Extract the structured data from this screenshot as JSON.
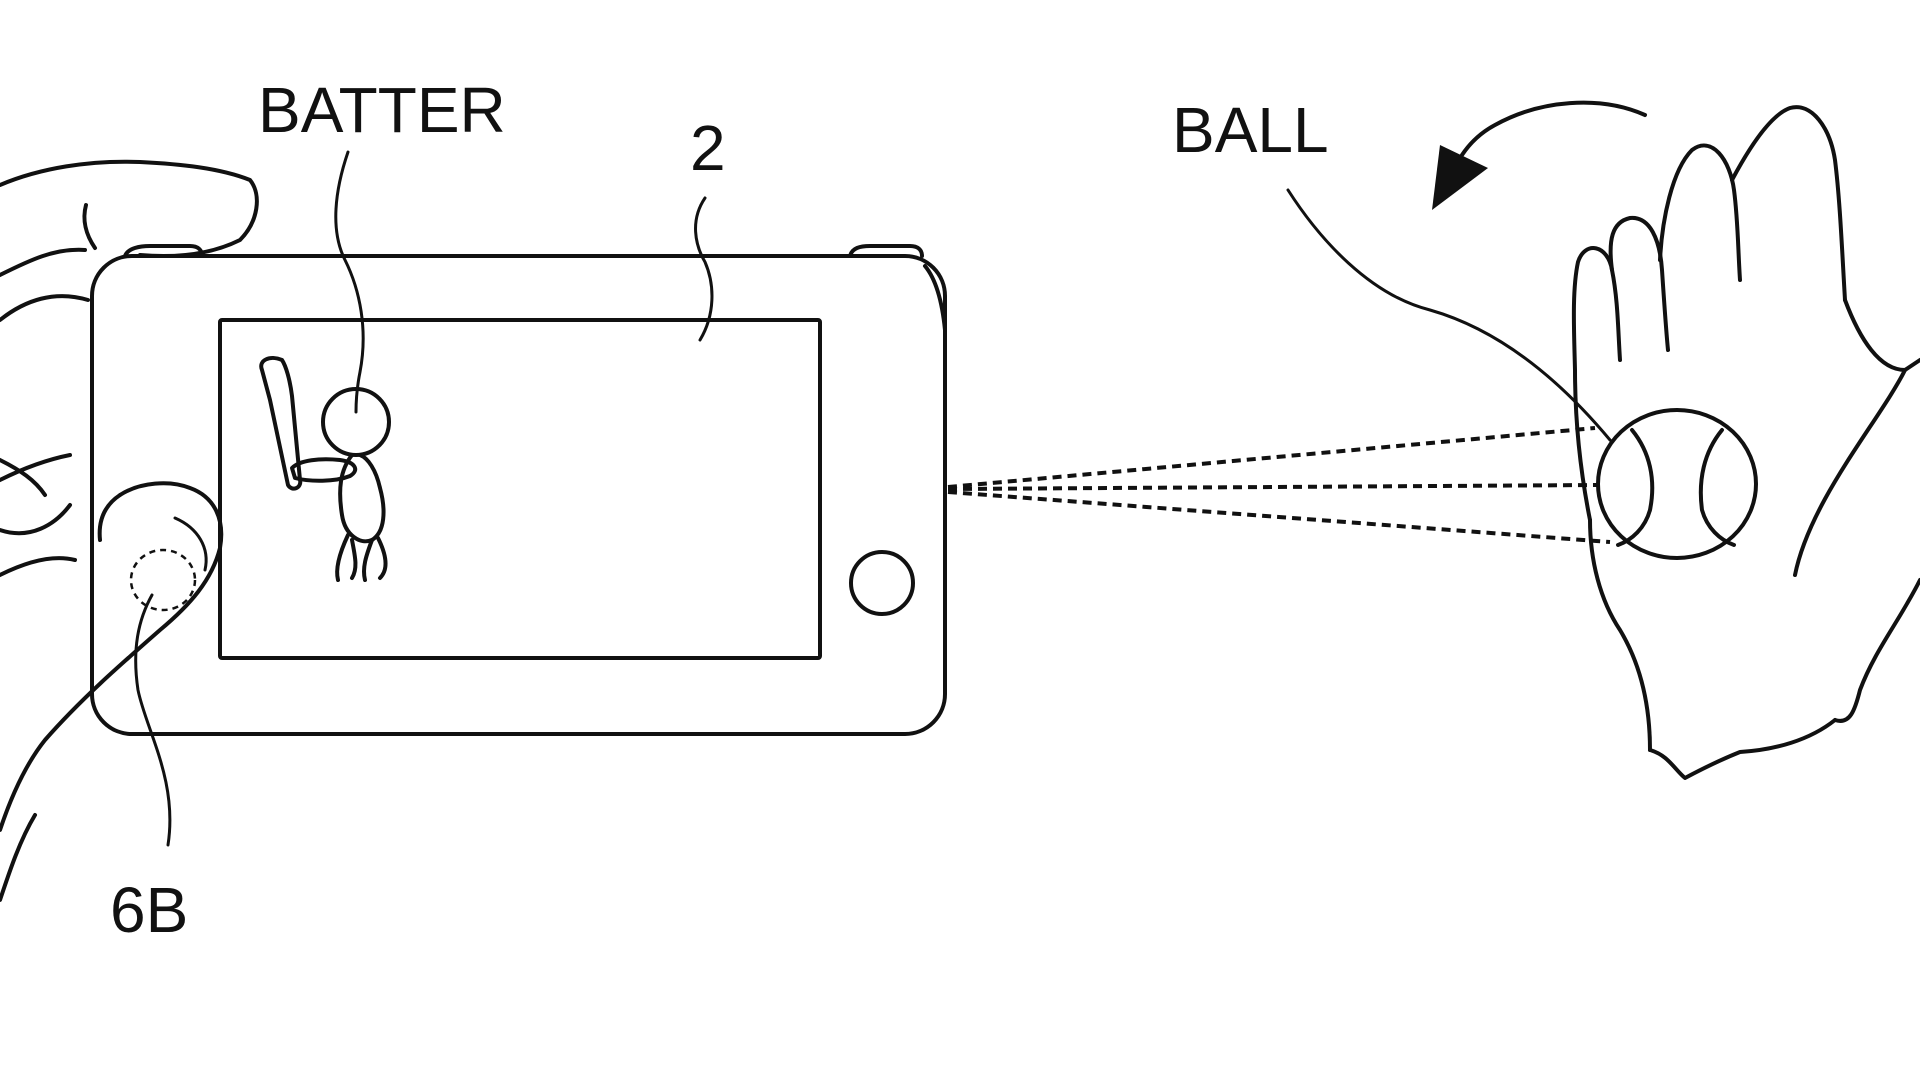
{
  "figure": {
    "labels": {
      "batter": "BATTER",
      "device_ref": "2",
      "ball": "BALL",
      "button_ref": "6B"
    },
    "colors": {
      "line": "#111111",
      "background": "#ffffff"
    }
  }
}
